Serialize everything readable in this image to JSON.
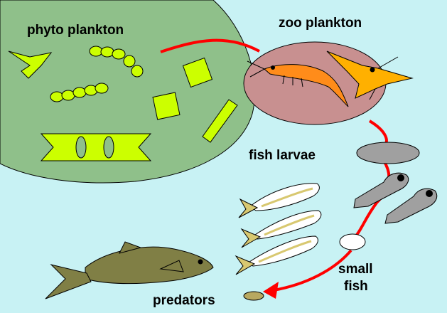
{
  "labels": {
    "phyto": "phyto plankton",
    "zoo": "zoo plankton",
    "larvae": "fish larvae",
    "small_fish_line1": "small",
    "small_fish_line2": "fish",
    "predators": "predators"
  },
  "colors": {
    "background": "#c8f2f4",
    "phyto_region": "#8fc08a",
    "zoo_region": "#c89090",
    "phytoplankton": "#ccff00",
    "arrow": "#ff0000",
    "larvae_grey": "#a0a0a0",
    "predator_fish": "#807f45"
  },
  "icons": {
    "phytoplankton": [
      "diatom-chevron",
      "chain-diatom",
      "square-diatom",
      "rod-diatom",
      "ladder-diatom"
    ],
    "zooplankton": [
      "shrimp",
      "copepod"
    ],
    "fish": [
      "fish-larva",
      "small-fish",
      "predator-fish"
    ]
  }
}
